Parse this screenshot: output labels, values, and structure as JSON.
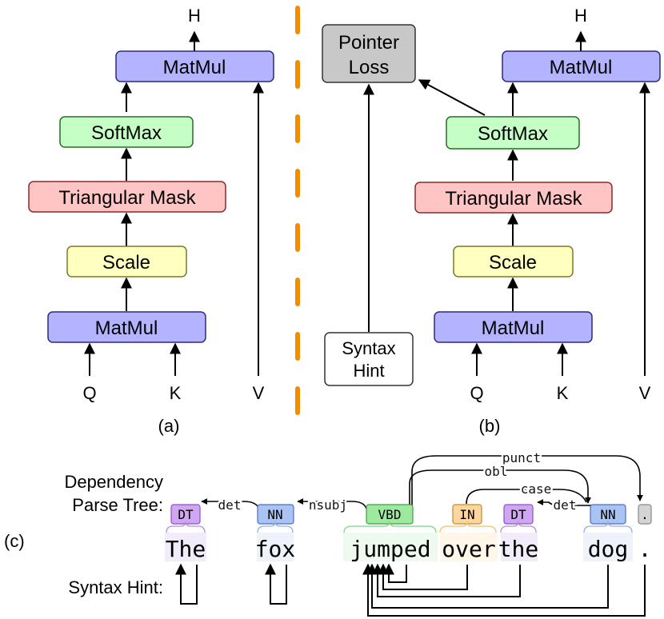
{
  "panel_a": {
    "caption": "(a)",
    "output_label": "H",
    "boxes": {
      "matmul_top": "MatMul",
      "softmax": "SoftMax",
      "mask": "Triangular Mask",
      "scale": "Scale",
      "matmul_bottom": "MatMul"
    },
    "inputs": {
      "q": "Q",
      "k": "K",
      "v": "V"
    }
  },
  "panel_b": {
    "caption": "(b)",
    "output_label": "H",
    "pointer_loss_line1": "Pointer",
    "pointer_loss_line2": "Loss",
    "syntax_hint_line1": "Syntax",
    "syntax_hint_line2": "Hint",
    "boxes": {
      "matmul_top": "MatMul",
      "softmax": "SoftMax",
      "mask": "Triangular Mask",
      "scale": "Scale",
      "matmul_bottom": "MatMul"
    },
    "inputs": {
      "q": "Q",
      "k": "K",
      "v": "V"
    }
  },
  "panel_c": {
    "caption": "(c)",
    "label_dependency_line1": "Dependency",
    "label_dependency_line2": "Parse Tree:",
    "label_syntax_hint": "Syntax Hint:",
    "words": [
      "The",
      "fox",
      "jumped",
      "over",
      "the",
      "dog",
      "."
    ],
    "tags": [
      "DT",
      "NN",
      "VBD",
      "IN",
      "DT",
      "NN",
      "."
    ],
    "relations": {
      "det1": "det",
      "nsubj": "nsubj",
      "punct": "punct",
      "obl": "obl",
      "case": "case",
      "det2": "det"
    }
  },
  "colors": {
    "matmul": "#b3b3ff",
    "softmax": "#c6ffc6",
    "mask": "#ffc4c4",
    "scale": "#ffffc0",
    "pointer_loss": "#c8c8c8",
    "divider": "#f28c00",
    "tag_dt": "#cfa6f2",
    "tag_nn": "#a9c4f2",
    "tag_vbd": "#9fe89f",
    "tag_in": "#fcd79d",
    "tag_punct": "#d4d4d4"
  }
}
